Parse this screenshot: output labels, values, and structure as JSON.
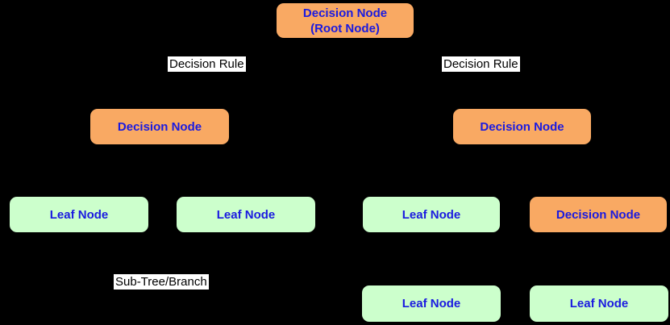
{
  "colors": {
    "background": "#000000",
    "decision_fill": "#F9A963",
    "leaf_fill": "#CCFFCC",
    "node_text": "#1A1AE0",
    "label_bg": "#FFFFFF",
    "label_text": "#000000"
  },
  "nodes": {
    "root": {
      "label": "Decision Node",
      "sublabel": "(Root Node)"
    },
    "decision_left": {
      "label": "Decision Node"
    },
    "decision_right": {
      "label": "Decision Node"
    },
    "leaf_1": {
      "label": "Leaf Node"
    },
    "leaf_2": {
      "label": "Leaf Node"
    },
    "leaf_3": {
      "label": "Leaf Node"
    },
    "decision_child": {
      "label": "Decision Node"
    },
    "leaf_4": {
      "label": "Leaf Node"
    },
    "leaf_5": {
      "label": "Leaf Node"
    }
  },
  "labels": {
    "decision_rule_left": "Decision Rule",
    "decision_rule_right": "Decision Rule",
    "subtree_branch": "Sub-Tree/Branch"
  }
}
